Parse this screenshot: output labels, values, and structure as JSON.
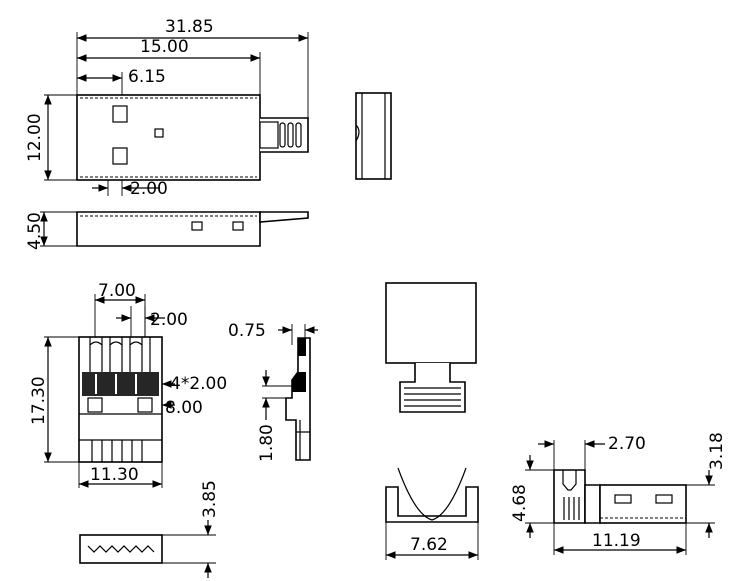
{
  "dimensions": {
    "top_view": {
      "overall_length": "31.85",
      "body_length": "15.00",
      "hole_offset": "6.15",
      "width": "12.00",
      "hole_pitch": "2.00"
    },
    "side_view": {
      "thickness": "4.50"
    },
    "contact_view": {
      "span": "7.00",
      "pitch": "2.00",
      "height": "17.30",
      "pins": "4*2.00",
      "pin_length": "8.00",
      "width": "11.30"
    },
    "end_view": {
      "height": "3.85"
    },
    "profile_view": {
      "thickness": "0.75",
      "offset": "1.80"
    },
    "shell_view": {
      "width": "7.62"
    },
    "housing_view": {
      "slot": "2.70",
      "height_small": "3.18",
      "height_total": "4.68",
      "length": "11.19"
    }
  }
}
